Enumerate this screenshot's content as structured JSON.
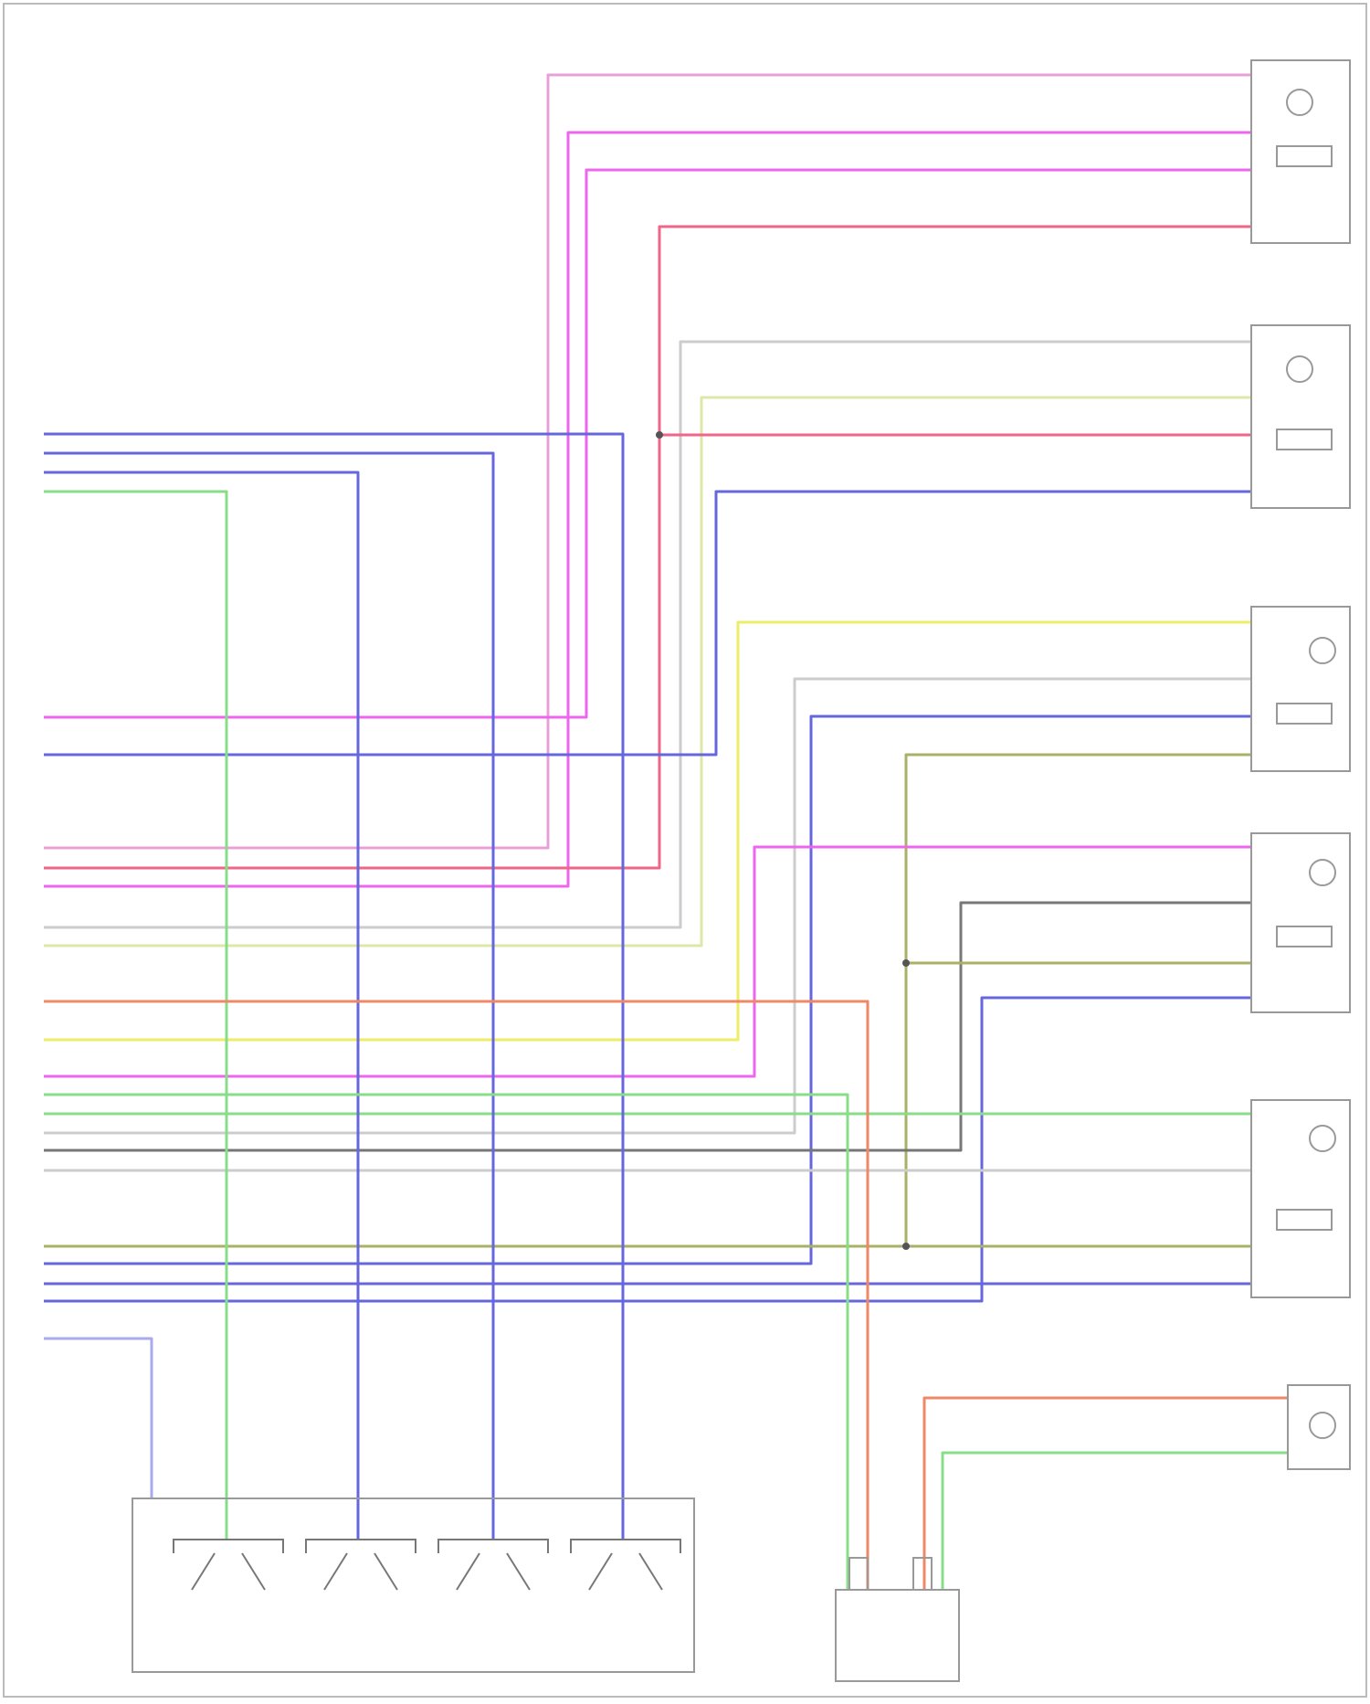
{
  "diagram": {
    "note": "",
    "footer_code": "",
    "components": [
      {
        "id": "lumbar_motor",
        "lines": [
          "",
          "",
          "",
          ""
        ]
      },
      {
        "id": "upper_lumbar_motor",
        "lines": [
          "",
          "",
          "",
          ""
        ]
      },
      {
        "id": "height_motor",
        "lines": [
          "",
          "",
          ""
        ]
      },
      {
        "id": "fwd_motor",
        "lines": [
          "",
          "",
          ""
        ]
      },
      {
        "id": "rear_height_motor",
        "lines": [
          "",
          "",
          ""
        ]
      },
      {
        "id": "recliner_motor",
        "lines": [
          "",
          "",
          "",
          ""
        ]
      },
      {
        "id": "switch_panel",
        "lines": [
          ""
        ]
      },
      {
        "id": "seat_module",
        "lines": [
          "",
          ""
        ]
      }
    ],
    "switches": [
      {
        "id": "sw_fwd",
        "lines": [
          "",
          "",
          ""
        ]
      },
      {
        "id": "sw_height",
        "lines": [
          "",
          "",
          ""
        ]
      },
      {
        "id": "sw_rear",
        "lines": [
          "",
          "",
          ""
        ]
      },
      {
        "id": "sw_recline",
        "lines": [
          "",
          "",
          ""
        ]
      }
    ],
    "colors": {
      "pink": "#e8a0d8",
      "magenta": "#ee66ee",
      "red": "#ee6688",
      "blue": "#6666dd",
      "green": "#88dd88",
      "yellow": "#eeee66",
      "lightgray": "#cccccc",
      "palegreen": "#dde8a8",
      "orange": "#ee8866",
      "olive": "#aab066",
      "gray": "#777777",
      "lightblue": "#aaaaee",
      "outline": "#999999"
    },
    "wires": [
      {
        "id": "w_pink_top",
        "color": "pink"
      },
      {
        "id": "w_mag_2",
        "color": "magenta"
      },
      {
        "id": "w_mag_3",
        "color": "magenta"
      },
      {
        "id": "w_red_4",
        "color": "red"
      },
      {
        "id": "w_gray_5",
        "color": "lightgray"
      },
      {
        "id": "w_palegreen_6",
        "color": "palegreen"
      },
      {
        "id": "w_red_7",
        "color": "red"
      },
      {
        "id": "w_blue_8",
        "color": "blue"
      },
      {
        "id": "w_yellow_9",
        "color": "yellow"
      },
      {
        "id": "w_gray_10",
        "color": "lightgray"
      },
      {
        "id": "w_blue_11",
        "color": "blue"
      },
      {
        "id": "w_olive_12",
        "color": "olive"
      },
      {
        "id": "w_mag_13",
        "color": "magenta"
      },
      {
        "id": "w_gray_14",
        "color": "gray"
      },
      {
        "id": "w_olive_15",
        "color": "olive"
      },
      {
        "id": "w_blue_16",
        "color": "blue"
      },
      {
        "id": "w_green_17",
        "color": "green"
      },
      {
        "id": "w_gray_18",
        "color": "lightgray"
      },
      {
        "id": "w_olive_19",
        "color": "olive"
      },
      {
        "id": "w_blue_20",
        "color": "blue"
      },
      {
        "id": "w_orange_21",
        "color": "orange"
      },
      {
        "id": "w_green_22",
        "color": "green"
      },
      {
        "id": "w_green_sw",
        "color": "green"
      },
      {
        "id": "w_blue_sw_a",
        "color": "blue"
      },
      {
        "id": "w_blue_sw_b",
        "color": "blue"
      },
      {
        "id": "w_blue_sw_c",
        "color": "blue"
      },
      {
        "id": "w_lightblue_sw",
        "color": "lightblue"
      },
      {
        "id": "w_orange_13",
        "color": "orange"
      },
      {
        "id": "w_green_mod",
        "color": "green"
      },
      {
        "id": "w_green_mod2",
        "color": "green"
      },
      {
        "id": "w_red_mod",
        "color": "red"
      },
      {
        "id": "w_mag_mod",
        "color": "magenta"
      }
    ]
  }
}
